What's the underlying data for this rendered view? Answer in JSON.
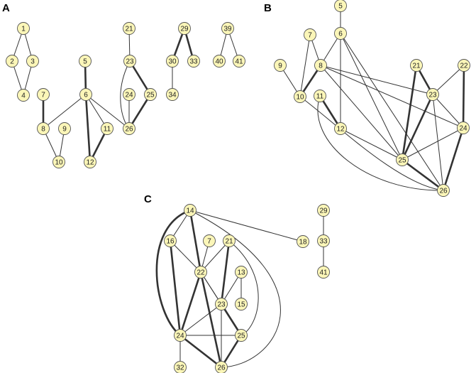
{
  "colors": {
    "node_fill": "#fbf6b8",
    "node_stroke": "#555555",
    "edge": "#333333"
  },
  "panels": [
    {
      "label": "A",
      "nodes": [
        "1",
        "2",
        "3",
        "4",
        "5",
        "6",
        "7",
        "8",
        "9",
        "10",
        "11",
        "12",
        "21",
        "23",
        "24",
        "25",
        "26",
        "29",
        "30",
        "33",
        "34",
        "39",
        "40",
        "41"
      ],
      "edges": [
        {
          "from": "1",
          "to": "2",
          "weight": "thin"
        },
        {
          "from": "1",
          "to": "3",
          "weight": "thin"
        },
        {
          "from": "2",
          "to": "4",
          "weight": "thin"
        },
        {
          "from": "3",
          "to": "4",
          "weight": "thin"
        },
        {
          "from": "5",
          "to": "6",
          "weight": "thick"
        },
        {
          "from": "7",
          "to": "8",
          "weight": "thick"
        },
        {
          "from": "6",
          "to": "8",
          "weight": "thin"
        },
        {
          "from": "8",
          "to": "10",
          "weight": "thin"
        },
        {
          "from": "9",
          "to": "10",
          "weight": "thin"
        },
        {
          "from": "6",
          "to": "11",
          "weight": "thin"
        },
        {
          "from": "6",
          "to": "12",
          "weight": "thick"
        },
        {
          "from": "11",
          "to": "12",
          "weight": "thick"
        },
        {
          "from": "6",
          "to": "26",
          "weight": "thin"
        },
        {
          "from": "21",
          "to": "23",
          "weight": "thin"
        },
        {
          "from": "23",
          "to": "25",
          "weight": "thick"
        },
        {
          "from": "23",
          "to": "26",
          "weight": "thin",
          "curved": true
        },
        {
          "from": "24",
          "to": "26",
          "weight": "thin"
        },
        {
          "from": "25",
          "to": "26",
          "weight": "thick"
        },
        {
          "from": "29",
          "to": "30",
          "weight": "thick"
        },
        {
          "from": "29",
          "to": "33",
          "weight": "thick"
        },
        {
          "from": "30",
          "to": "34",
          "weight": "thin"
        },
        {
          "from": "39",
          "to": "40",
          "weight": "thin"
        },
        {
          "from": "39",
          "to": "41",
          "weight": "thin"
        }
      ]
    },
    {
      "label": "B",
      "nodes": [
        "5",
        "6",
        "7",
        "8",
        "9",
        "10",
        "11",
        "12",
        "21",
        "22",
        "23",
        "24",
        "25",
        "26"
      ],
      "edges": [
        {
          "from": "5",
          "to": "6",
          "weight": "thin"
        },
        {
          "from": "6",
          "to": "8",
          "weight": "thin"
        },
        {
          "from": "6",
          "to": "12",
          "weight": "thin"
        },
        {
          "from": "6",
          "to": "25",
          "weight": "thin"
        },
        {
          "from": "6",
          "to": "26",
          "weight": "thin"
        },
        {
          "from": "7",
          "to": "8",
          "weight": "thin"
        },
        {
          "from": "7",
          "to": "10",
          "weight": "thin"
        },
        {
          "from": "9",
          "to": "10",
          "weight": "thin"
        },
        {
          "from": "8",
          "to": "10",
          "weight": "thick"
        },
        {
          "from": "8",
          "to": "23",
          "weight": "thin"
        },
        {
          "from": "8",
          "to": "24",
          "weight": "thin"
        },
        {
          "from": "8",
          "to": "25",
          "weight": "thin"
        },
        {
          "from": "11",
          "to": "12",
          "weight": "thick"
        },
        {
          "from": "11",
          "to": "26",
          "weight": "thin",
          "curved": true
        },
        {
          "from": "12",
          "to": "25",
          "weight": "thin"
        },
        {
          "from": "21",
          "to": "23",
          "weight": "thick"
        },
        {
          "from": "21",
          "to": "25",
          "weight": "thick"
        },
        {
          "from": "22",
          "to": "23",
          "weight": "thin"
        },
        {
          "from": "22",
          "to": "24",
          "weight": "thick"
        },
        {
          "from": "23",
          "to": "24",
          "weight": "thin"
        },
        {
          "from": "23",
          "to": "25",
          "weight": "thick"
        },
        {
          "from": "23",
          "to": "26",
          "weight": "thin"
        },
        {
          "from": "24",
          "to": "25",
          "weight": "thin"
        },
        {
          "from": "24",
          "to": "26",
          "weight": "thick"
        },
        {
          "from": "25",
          "to": "26",
          "weight": "thick"
        },
        {
          "from": "10",
          "to": "26",
          "weight": "thin",
          "curved": true
        }
      ]
    },
    {
      "label": "C",
      "nodes": [
        "14",
        "16",
        "7",
        "21",
        "18",
        "22",
        "13",
        "23",
        "15",
        "24",
        "25",
        "32",
        "26",
        "29",
        "33",
        "41"
      ],
      "edges": [
        {
          "from": "14",
          "to": "16",
          "weight": "thin"
        },
        {
          "from": "14",
          "to": "22",
          "weight": "thick"
        },
        {
          "from": "14",
          "to": "18",
          "weight": "thin"
        },
        {
          "from": "14",
          "to": "24",
          "weight": "thick",
          "curved": true
        },
        {
          "from": "14",
          "to": "26",
          "weight": "thin",
          "curved": true
        },
        {
          "from": "16",
          "to": "22",
          "weight": "thin"
        },
        {
          "from": "16",
          "to": "24",
          "weight": "thick"
        },
        {
          "from": "7",
          "to": "22",
          "weight": "thin"
        },
        {
          "from": "21",
          "to": "22",
          "weight": "thin"
        },
        {
          "from": "21",
          "to": "23",
          "weight": "thick"
        },
        {
          "from": "21",
          "to": "25",
          "weight": "thin",
          "curved": true
        },
        {
          "from": "22",
          "to": "23",
          "weight": "thin"
        },
        {
          "from": "22",
          "to": "24",
          "weight": "thick"
        },
        {
          "from": "22",
          "to": "25",
          "weight": "thin"
        },
        {
          "from": "22",
          "to": "26",
          "weight": "thick"
        },
        {
          "from": "13",
          "to": "15",
          "weight": "thin"
        },
        {
          "from": "13",
          "to": "23",
          "weight": "thin"
        },
        {
          "from": "23",
          "to": "24",
          "weight": "thin"
        },
        {
          "from": "23",
          "to": "25",
          "weight": "thick"
        },
        {
          "from": "23",
          "to": "26",
          "weight": "thin"
        },
        {
          "from": "24",
          "to": "25",
          "weight": "thin"
        },
        {
          "from": "24",
          "to": "26",
          "weight": "thick"
        },
        {
          "from": "24",
          "to": "32",
          "weight": "thin"
        },
        {
          "from": "25",
          "to": "26",
          "weight": "thick"
        },
        {
          "from": "29",
          "to": "33",
          "weight": "thin"
        },
        {
          "from": "33",
          "to": "41",
          "weight": "thin"
        }
      ]
    }
  ]
}
